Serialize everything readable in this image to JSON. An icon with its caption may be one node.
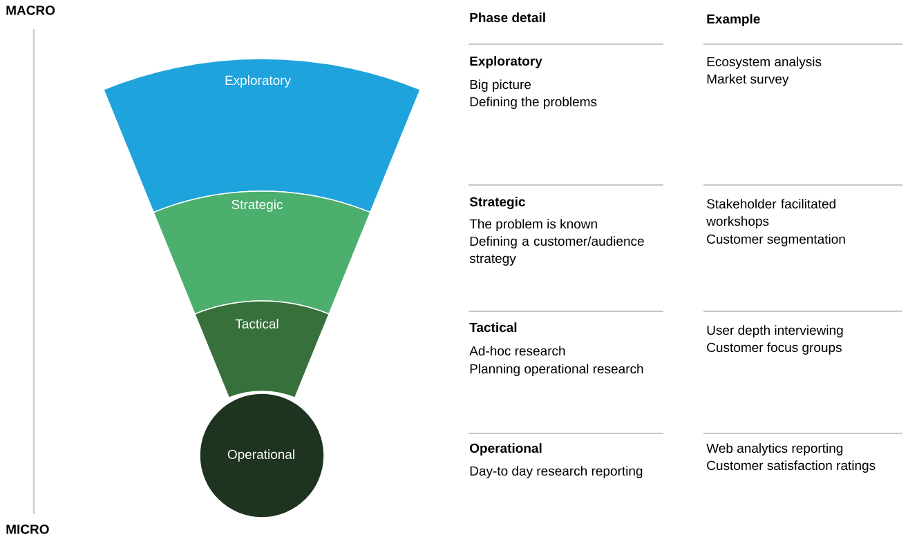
{
  "diagram": {
    "nodes": [
      {
        "text": [
          "Exploratory"
        ]
      },
      {
        "text": [
          "Strategic"
        ]
      },
      {
        "text": [
          "Tactical"
        ]
      },
      {
        "text": [
          "Operational"
        ]
      }
    ],
    "edges": [],
    "labels": [
      "MACRO",
      "Phase detail",
      "Example",
      "Exploratory",
      "Big picture",
      "Defining the problems",
      "Ecosystem analysis",
      "Market survey",
      "Strategic",
      "The problem is known",
      "Defining a customer/audience strategy",
      "Stakeholder facilitated workshops",
      "Customer segmentation",
      "Tactical",
      "Ad-hoc research",
      "Planning operational research",
      "User depth interviewing",
      "Customer focus groups",
      "Operational",
      "Day-to day research reporting",
      "Web analytics reporting",
      "Customer satisfaction ratings",
      "MICRO"
    ]
  }
}
